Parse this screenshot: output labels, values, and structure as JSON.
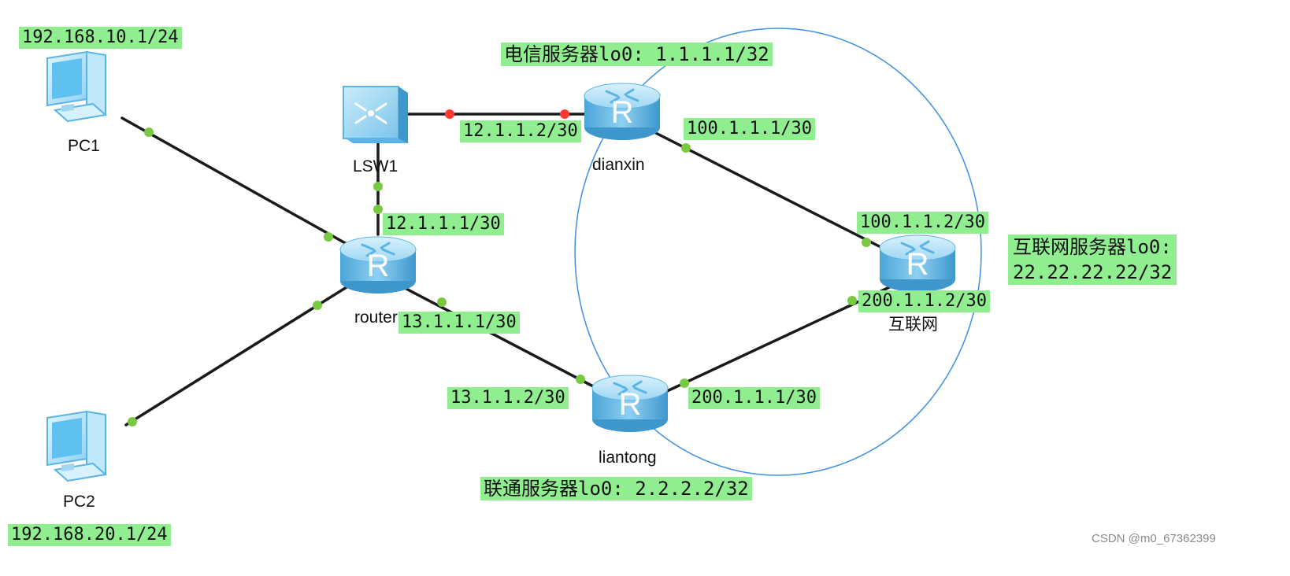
{
  "devices": {
    "pc1": {
      "label": "PC1",
      "ip": "192.168.10.1/24"
    },
    "pc2": {
      "label": "PC2",
      "ip": "192.168.20.1/24"
    },
    "lsw1": {
      "label": "LSW1"
    },
    "router": {
      "label": "router"
    },
    "dianxin": {
      "label": "dianxin",
      "loopback": "电信服务器lo0: 1.1.1.1/32"
    },
    "liantong": {
      "label": "liantong",
      "loopback": "联通服务器lo0: 2.2.2.2/32"
    },
    "internet": {
      "label": "互联网",
      "loopback_title": "互联网服务器lo0:",
      "loopback_ip": "22.22.22.22/32"
    }
  },
  "interfaces": {
    "lsw1_dianxin": "12.1.1.2/30",
    "router_lsw1": "12.1.1.1/30",
    "dianxin_internet": "100.1.1.1/30",
    "internet_dianxin": "100.1.1.2/30",
    "internet_liantong": "200.1.1.2/30",
    "router_liantong": "13.1.1.1/30",
    "liantong_router": "13.1.1.2/30",
    "liantong_internet": "200.1.1.1/30"
  },
  "colors": {
    "label_bg": "#90ee90",
    "link": "#1a1a1a",
    "port_up": "#7ac943",
    "port_down": "#ff3b30",
    "ellipse": "#3d8fe0",
    "router_blue": "#5ab4e6"
  },
  "watermark": "CSDN @m0_67362399"
}
